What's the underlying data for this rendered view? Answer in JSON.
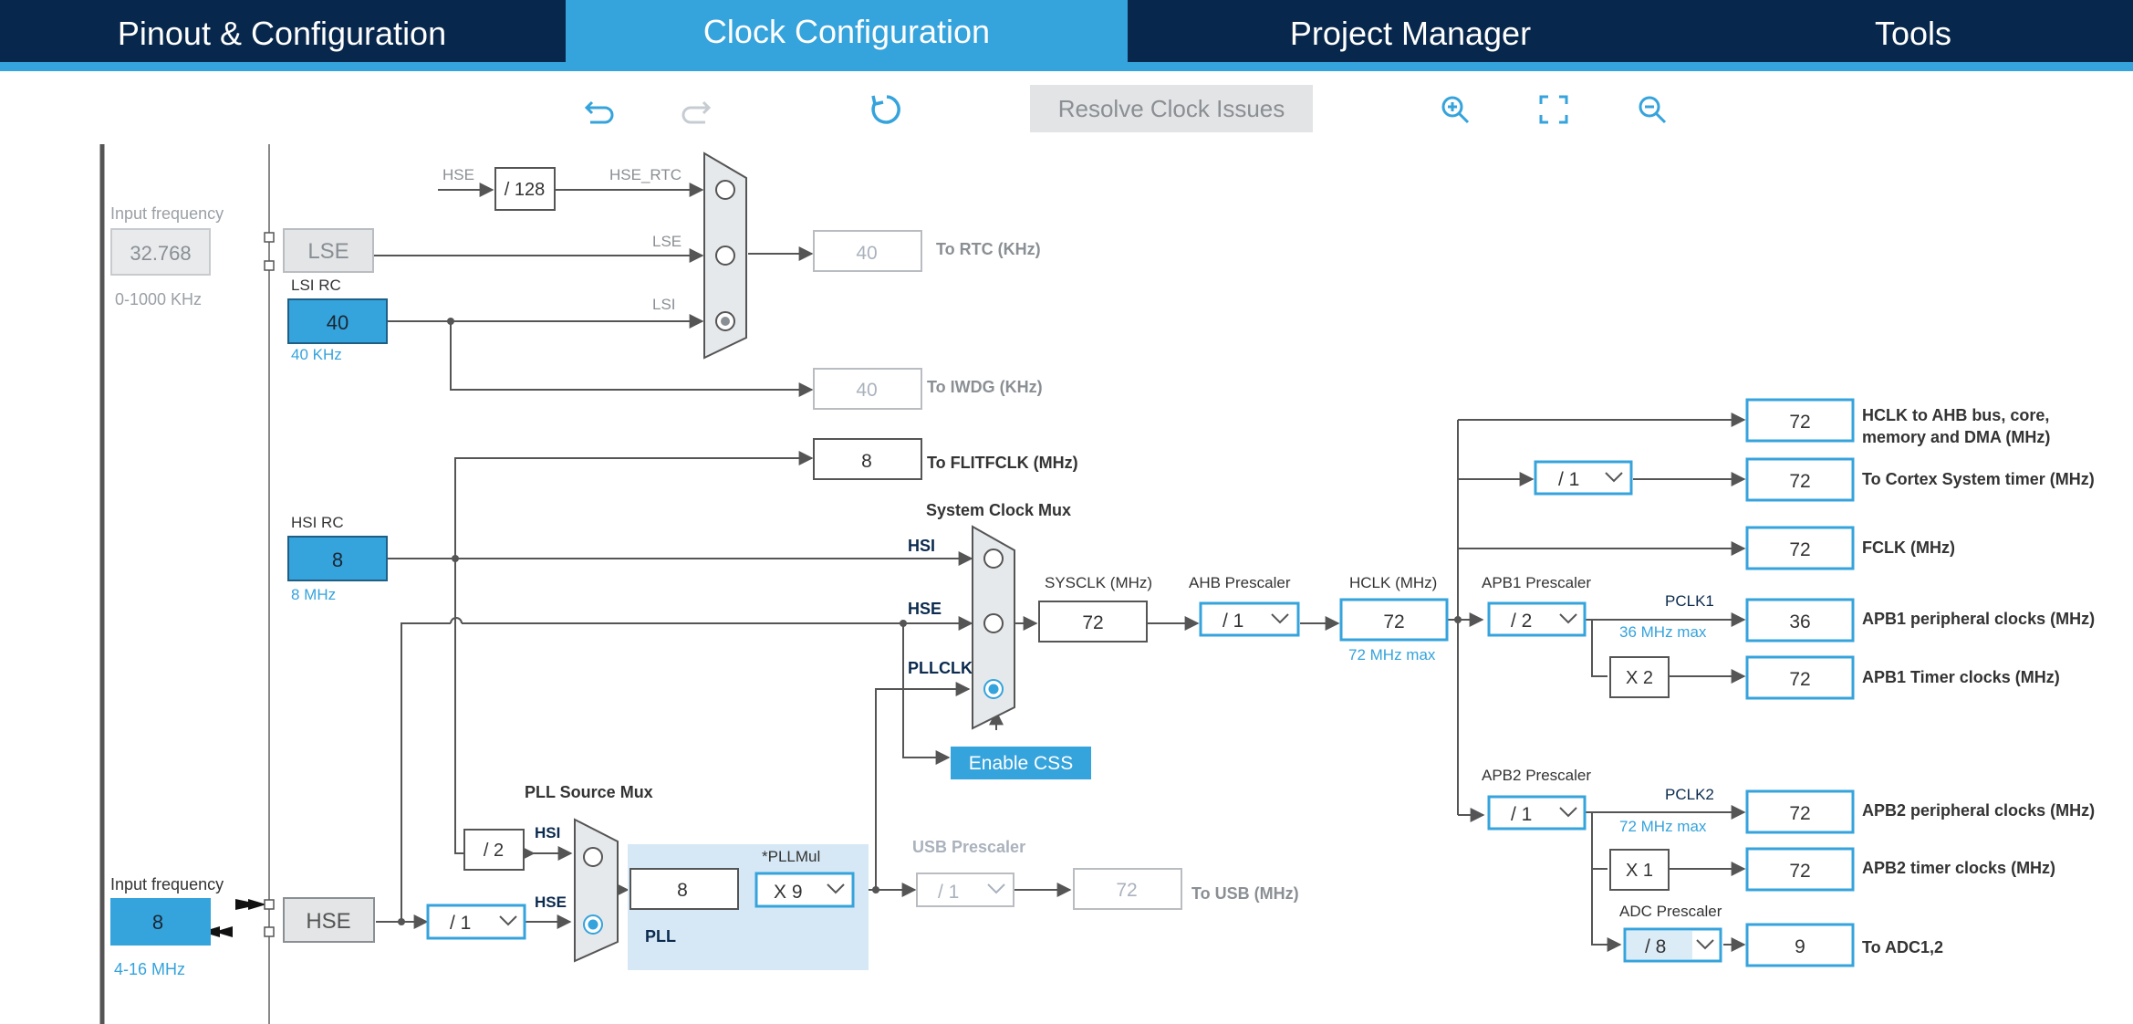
{
  "tabs": [
    {
      "label": "Pinout & Configuration"
    },
    {
      "label": "Clock Configuration"
    },
    {
      "label": "Project Manager"
    },
    {
      "label": "Tools"
    }
  ],
  "toolbar": {
    "undo_icon": "undo-icon",
    "redo_icon": "redo-icon",
    "refresh_icon": "refresh-icon",
    "resolve_label": "Resolve Clock Issues",
    "zoom_in_icon": "zoom-in-icon",
    "fit_icon": "fit-to-screen-icon",
    "zoom_out_icon": "zoom-out-icon"
  },
  "colors": {
    "header_bg": "#08274c",
    "accent": "#35a3dc",
    "disabled_text": "#aab2bd",
    "line": "#555555"
  },
  "inputs": {
    "lse_input_label": "Input frequency",
    "lse_freq": "32.768",
    "lse_range": "0-1000 KHz",
    "lse": "LSE",
    "lsi_rc_label": "LSI RC",
    "lsi_value": "40",
    "lsi_freq": "40 KHz",
    "hsi_rc_label": "HSI RC",
    "hsi_value": "8",
    "hsi_freq": "8 MHz",
    "hse_input_label": "Input frequency",
    "hse_freq": "8",
    "hse_range": "4-16 MHz",
    "hse": "HSE"
  },
  "rtc": {
    "hse_label": "HSE",
    "div128": "/ 128",
    "hse_rtc": "HSE_RTC",
    "lse_label": "LSE",
    "lsi_label": "LSI",
    "rtc_value": "40",
    "rtc_label": "To RTC (KHz)",
    "iwdg_value": "40",
    "iwdg_label": "To IWDG (KHz)"
  },
  "flit": {
    "value": "8",
    "label": "To FLITFCLK (MHz)"
  },
  "sysmux": {
    "title": "System Clock Mux",
    "hsi": "HSI",
    "hse": "HSE",
    "pllclk": "PLLCLK",
    "enable_css": "Enable CSS"
  },
  "sysclk": {
    "label": "SYSCLK (MHz)",
    "value": "72"
  },
  "ahb": {
    "label": "AHB Prescaler",
    "value": "/ 1"
  },
  "hclk": {
    "label": "HCLK (MHz)",
    "value": "72",
    "max": "72 MHz max"
  },
  "apb1": {
    "label": "APB1 Prescaler",
    "value": "/ 2",
    "pclk": "PCLK1",
    "max": "36 MHz max",
    "timer_mul": "X 2"
  },
  "apb2": {
    "label": "APB2 Prescaler",
    "value": "/ 1",
    "pclk": "PCLK2",
    "max": "72 MHz max",
    "timer_mul": "X 1"
  },
  "adc": {
    "label": "ADC Prescaler",
    "value": "/ 8"
  },
  "cortex_div": "/ 1",
  "outputs": [
    {
      "value": "72",
      "label1": "HCLK to AHB bus, core,",
      "label2": "memory and DMA (MHz)"
    },
    {
      "value": "72",
      "label1": "To Cortex System timer (MHz)",
      "label2": ""
    },
    {
      "value": "72",
      "label1": "FCLK (MHz)",
      "label2": ""
    },
    {
      "value": "36",
      "label1": "APB1 peripheral clocks (MHz)",
      "label2": ""
    },
    {
      "value": "72",
      "label1": "APB1 Timer clocks (MHz)",
      "label2": ""
    },
    {
      "value": "72",
      "label1": "APB2 peripheral clocks (MHz)",
      "label2": ""
    },
    {
      "value": "72",
      "label1": "APB2 timer clocks (MHz)",
      "label2": ""
    },
    {
      "value": "9",
      "label1": "To ADC1,2",
      "label2": ""
    }
  ],
  "pll": {
    "src_title": "PLL Source Mux",
    "hsi_div": "/ 2",
    "hsi": "HSI",
    "hse": "HSE",
    "hse_div": "/ 1",
    "in_value": "8",
    "mul_label": "*PLLMul",
    "mul_value": "X 9",
    "label": "PLL"
  },
  "usb": {
    "label": "USB Prescaler",
    "div": "/ 1",
    "value": "72",
    "out_label": "To USB (MHz)"
  }
}
